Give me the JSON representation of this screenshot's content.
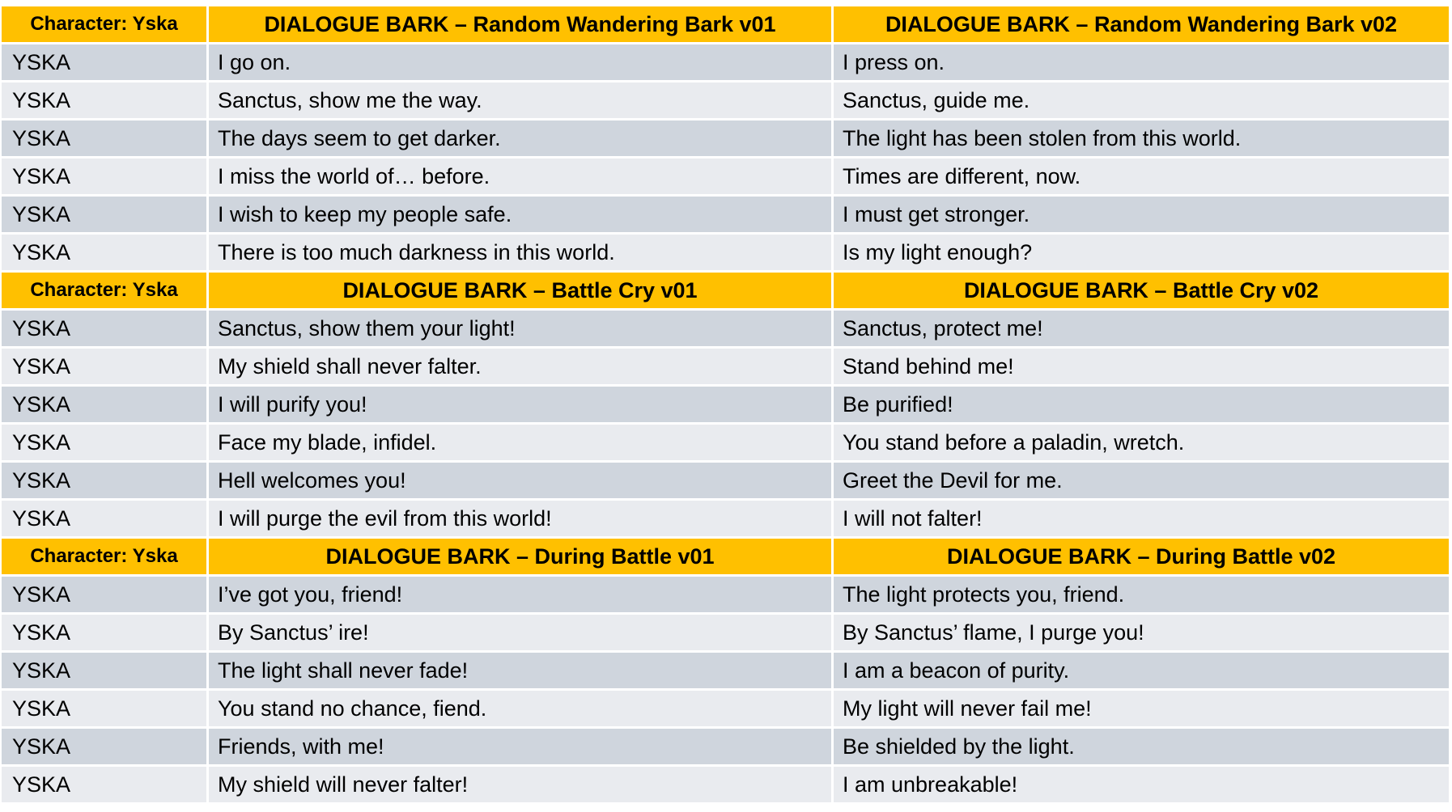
{
  "sections": [
    {
      "header": {
        "character": "Character: Yska",
        "v01": "DIALOGUE BARK – Random Wandering Bark v01",
        "v02": "DIALOGUE BARK – Random Wandering Bark v02"
      },
      "rows": [
        {
          "character": "YSKA",
          "v01": "I go on.",
          "v02": "I press on."
        },
        {
          "character": "YSKA",
          "v01": "Sanctus, show me the way.",
          "v02": "Sanctus, guide me."
        },
        {
          "character": "YSKA",
          "v01": "The days seem to get darker.",
          "v02": "The light has been stolen from this world."
        },
        {
          "character": "YSKA",
          "v01": "I miss the world of… before.",
          "v02": "Times are different, now."
        },
        {
          "character": "YSKA",
          "v01": "I wish to keep my people safe.",
          "v02": "I must get stronger."
        },
        {
          "character": "YSKA",
          "v01": "There is too much darkness in this world.",
          "v02": "Is my light enough?"
        }
      ]
    },
    {
      "header": {
        "character": "Character: Yska",
        "v01": "DIALOGUE BARK – Battle Cry v01",
        "v02": "DIALOGUE BARK – Battle Cry v02"
      },
      "rows": [
        {
          "character": "YSKA",
          "v01": "Sanctus, show them your light!",
          "v02": "Sanctus, protect me!"
        },
        {
          "character": "YSKA",
          "v01": "My shield shall never falter.",
          "v02": "Stand behind me!"
        },
        {
          "character": "YSKA",
          "v01": "I will purify you!",
          "v02": "Be purified!"
        },
        {
          "character": "YSKA",
          "v01": "Face my blade, infidel.",
          "v02": "You stand before a paladin, wretch."
        },
        {
          "character": "YSKA",
          "v01": "Hell welcomes you!",
          "v02": "Greet the Devil for me."
        },
        {
          "character": "YSKA",
          "v01": "I will purge the evil from this world!",
          "v02": "I will not falter!"
        }
      ]
    },
    {
      "header": {
        "character": "Character: Yska",
        "v01": "DIALOGUE BARK – During Battle v01",
        "v02": "DIALOGUE BARK – During Battle v02"
      },
      "rows": [
        {
          "character": "YSKA",
          "v01": "I’ve got you, friend!",
          "v02": "The light protects you, friend."
        },
        {
          "character": "YSKA",
          "v01": "By Sanctus’ ire!",
          "v02": "By Sanctus’ flame, I purge you!"
        },
        {
          "character": "YSKA",
          "v01": "The light shall never fade!",
          "v02": "I am a beacon of purity."
        },
        {
          "character": "YSKA",
          "v01": "You stand no chance, fiend.",
          "v02": "My light will never fail me!"
        },
        {
          "character": "YSKA",
          "v01": "Friends, with me!",
          "v02": "Be shielded by the light."
        },
        {
          "character": "YSKA",
          "v01": "My shield will never falter!",
          "v02": "I am unbreakable!"
        }
      ]
    }
  ],
  "colors": {
    "header_bg": "#ffc000",
    "row_odd_bg": "#cfd5dd",
    "row_even_bg": "#e9ebef",
    "divider": "#ffffff",
    "text": "#000000"
  }
}
